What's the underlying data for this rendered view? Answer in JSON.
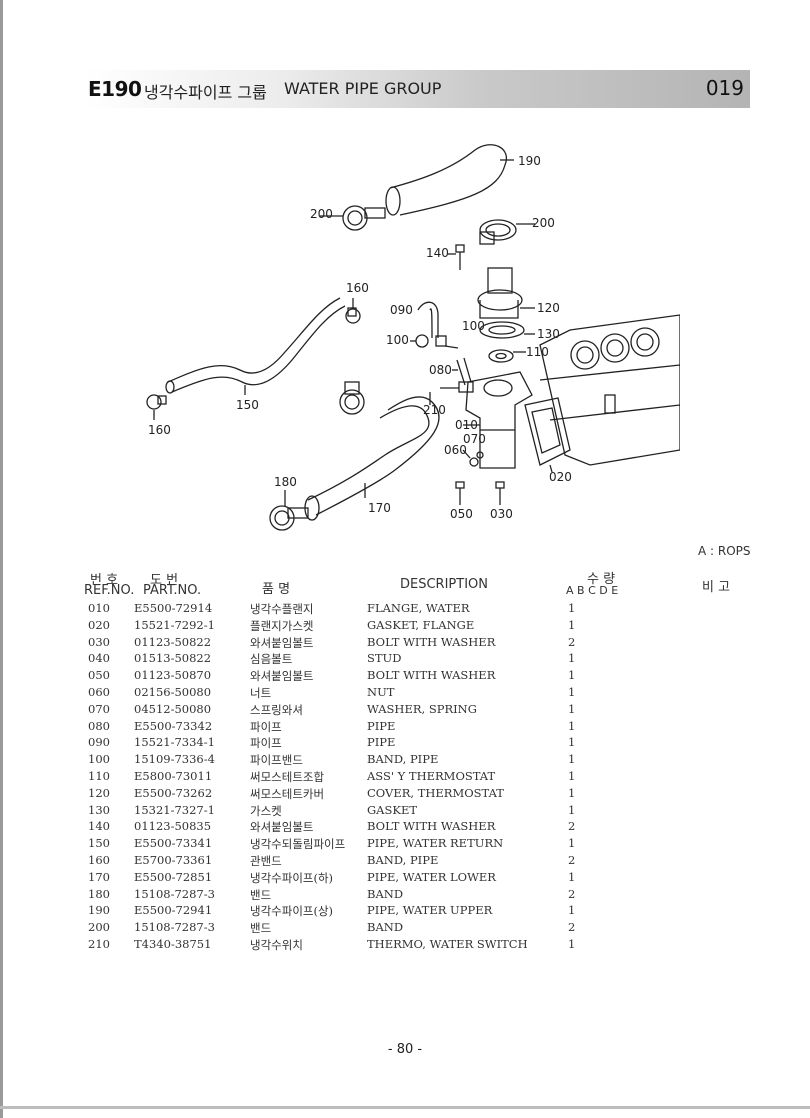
{
  "header": {
    "code": "E190",
    "title_kor": "냉각수파이프 그룹",
    "title_eng": "WATER PIPE GROUP",
    "page_code": "019"
  },
  "diagram_labels": {
    "l190": "190",
    "l200a": "200",
    "l200b": "200",
    "l140": "140",
    "l160a": "160",
    "l090": "090",
    "l100a": "100",
    "l100b": "100",
    "l120": "120",
    "l130": "130",
    "l110": "110",
    "l080": "080",
    "l150": "150",
    "l160b": "160",
    "l210": "210",
    "l010": "010",
    "l070": "070",
    "l060": "060",
    "l020": "020",
    "l180": "180",
    "l170": "170",
    "l050": "050",
    "l030": "030"
  },
  "legend": "A : ROPS",
  "table_headers": {
    "ref_kor": "번 호",
    "ref_eng": "REF.NO.",
    "part_kor": "도    번",
    "part_eng": "PART.NO.",
    "name_kor": "품      명",
    "desc": "DESCRIPTION",
    "qty_kor": "수    량",
    "qty_cols": "A   B   C   D   E",
    "remarks_kor": "비 고"
  },
  "parts": [
    {
      "ref": "010",
      "part": "E5500-72914",
      "kor": "냉각수플랜지",
      "desc": "FLANGE, WATER",
      "qty": "1"
    },
    {
      "ref": "020",
      "part": "15521-7292-1",
      "kor": "플랜지가스켓",
      "desc": "GASKET, FLANGE",
      "qty": "1"
    },
    {
      "ref": "030",
      "part": "01123-50822",
      "kor": "와셔붙임볼트",
      "desc": "BOLT WITH WASHER",
      "qty": "2"
    },
    {
      "ref": "040",
      "part": "01513-50822",
      "kor": "심음볼트",
      "desc": "STUD",
      "qty": "1"
    },
    {
      "ref": "050",
      "part": "01123-50870",
      "kor": "와셔붙임볼트",
      "desc": "BOLT WITH WASHER",
      "qty": "1"
    },
    {
      "ref": "060",
      "part": "02156-50080",
      "kor": "너트",
      "desc": "NUT",
      "qty": "1"
    },
    {
      "ref": "070",
      "part": "04512-50080",
      "kor": "스프링와셔",
      "desc": "WASHER, SPRING",
      "qty": "1"
    },
    {
      "ref": "080",
      "part": "E5500-73342",
      "kor": "파이프",
      "desc": "PIPE",
      "qty": "1"
    },
    {
      "ref": "090",
      "part": "15521-7334-1",
      "kor": "파이프",
      "desc": "PIPE",
      "qty": "1"
    },
    {
      "ref": "100",
      "part": "15109-7336-4",
      "kor": "파이프밴드",
      "desc": "BAND, PIPE",
      "qty": "1"
    },
    {
      "ref": "110",
      "part": "E5800-73011",
      "kor": "써모스테트조합",
      "desc": "ASS' Y THERMOSTAT",
      "qty": "1"
    },
    {
      "ref": "120",
      "part": "E5500-73262",
      "kor": "써모스테트카버",
      "desc": "COVER, THERMOSTAT",
      "qty": "1"
    },
    {
      "ref": "130",
      "part": "15321-7327-1",
      "kor": "가스켓",
      "desc": "GASKET",
      "qty": "1"
    },
    {
      "ref": "140",
      "part": "01123-50835",
      "kor": "와셔붙임볼트",
      "desc": "BOLT WITH WASHER",
      "qty": "2"
    },
    {
      "ref": "150",
      "part": "E5500-73341",
      "kor": "냉각수되돌림파이프",
      "desc": "PIPE, WATER RETURN",
      "qty": "1"
    },
    {
      "ref": "160",
      "part": "E5700-73361",
      "kor": "관밴드",
      "desc": "BAND, PIPE",
      "qty": "2"
    },
    {
      "ref": "170",
      "part": "E5500-72851",
      "kor": "냉각수파이프(하)",
      "desc": "PIPE, WATER LOWER",
      "qty": "1"
    },
    {
      "ref": "180",
      "part": "15108-7287-3",
      "kor": "밴드",
      "desc": "BAND",
      "qty": "2"
    },
    {
      "ref": "190",
      "part": "E5500-72941",
      "kor": "냉각수파이프(상)",
      "desc": "PIPE, WATER UPPER",
      "qty": "1"
    },
    {
      "ref": "200",
      "part": "15108-7287-3",
      "kor": "밴드",
      "desc": "BAND",
      "qty": "2"
    },
    {
      "ref": "210",
      "part": "T4340-38751",
      "kor": "냉각수위치",
      "desc": "THERMO, WATER SWITCH",
      "qty": "1"
    }
  ],
  "footer": {
    "page_number": "- 80 -"
  }
}
